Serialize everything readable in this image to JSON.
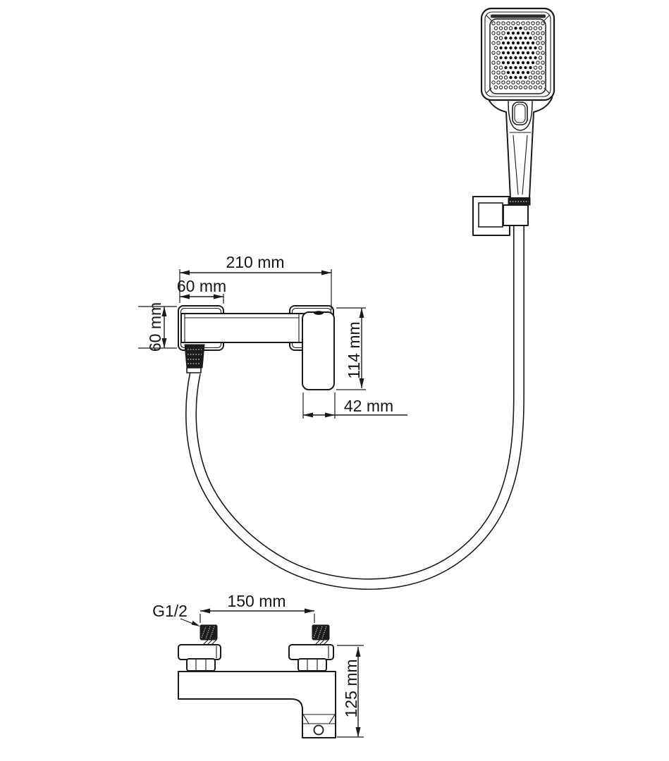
{
  "drawing": {
    "line_color": "#1a1a1a",
    "background_color": "#ffffff"
  },
  "labels": {
    "total_width": "210 mm",
    "flange_width": "60 mm",
    "flange_height": "60 mm",
    "body_height": "114 mm",
    "spout_width": "42 mm",
    "inlet_spacing": "150 mm",
    "overall_depth": "125 mm",
    "thread_size": "G1/2"
  }
}
